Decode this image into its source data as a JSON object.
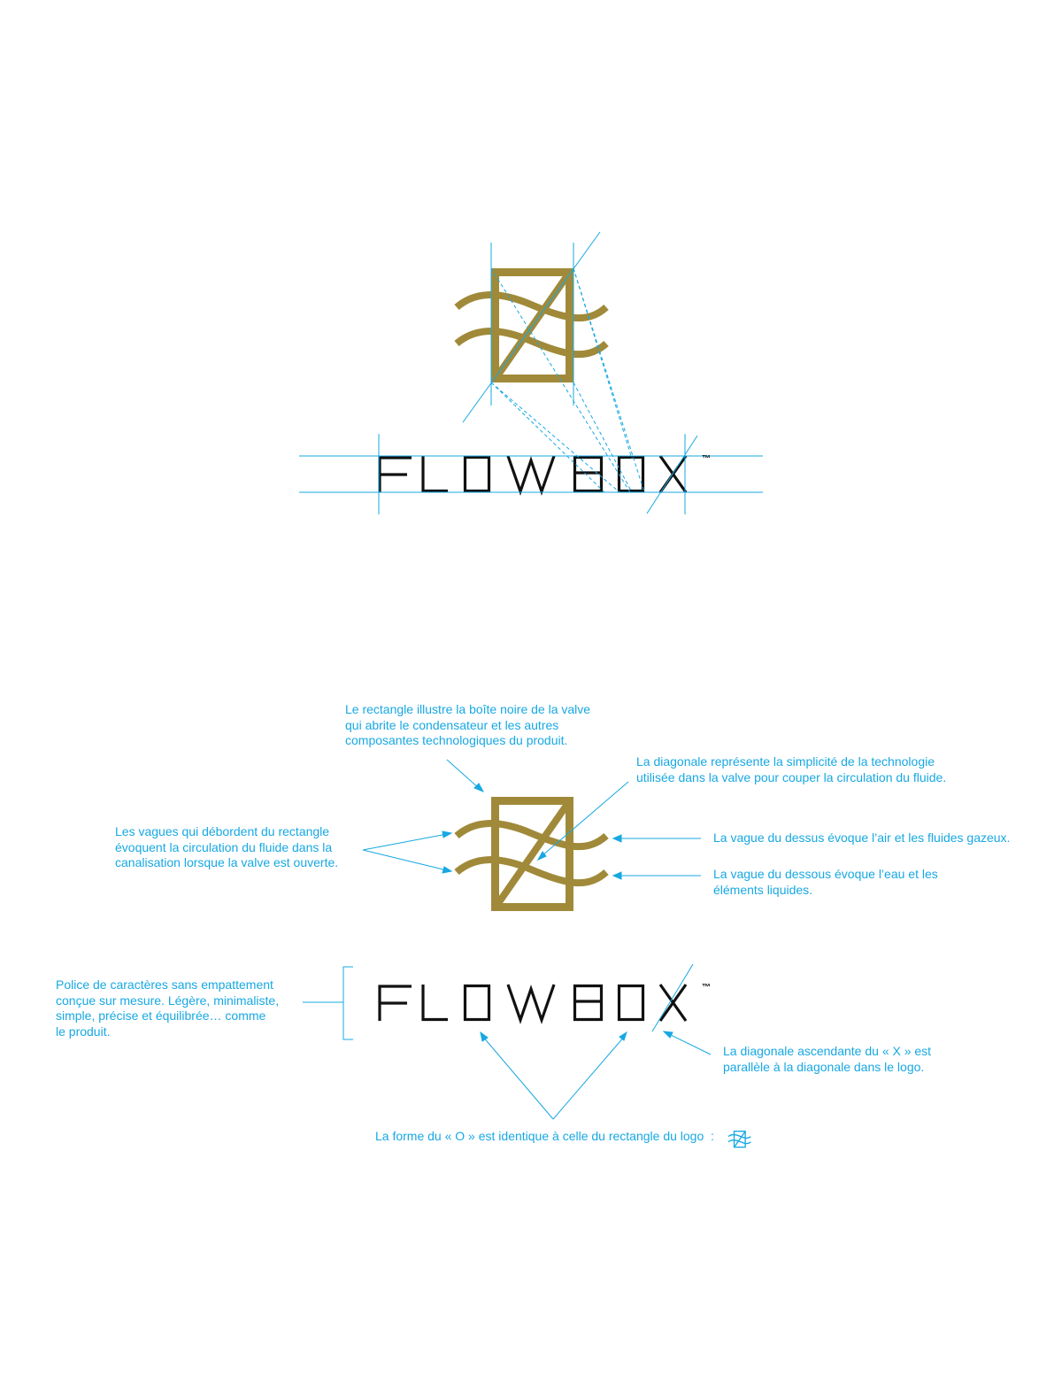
{
  "logo": {
    "wordmark": "FLOWBOX",
    "trademark": "™"
  },
  "colors": {
    "gold": "#a08a3a",
    "guide": "#17a8e3",
    "ink": "#111111"
  },
  "annotations": {
    "rectangle": "Le rectangle illustre la boîte noire de la valve\nqui abrite le condensateur et les autres\ncomposantes technologiques du produit.",
    "diagonal": "La diagonale représente la simplicité de la technologie\nutilisée dans la valve pour couper la circulation du fluide.",
    "waves": "Les vagues qui débordent du rectangle\névoquent la circulation du fluide dans la\ncanalisation lorsque la valve est ouverte.",
    "top_wave": "La vague du dessus évoque l’air et les fluides gazeux.",
    "bottom_wave": "La vague du dessous évoque l’eau et les\néléments liquides.",
    "typeface": "Police de caractères sans empattement\nconçue sur mesure. Légère, minimaliste,\nsimple, précise et équilibrée… comme\nle produit.",
    "x_diagonal": "La diagonale ascendante du « X » est\nparallèle à la diagonale dans le logo.",
    "o_shape": "La forme du « O » est identique à celle du rectangle du logo  :"
  }
}
